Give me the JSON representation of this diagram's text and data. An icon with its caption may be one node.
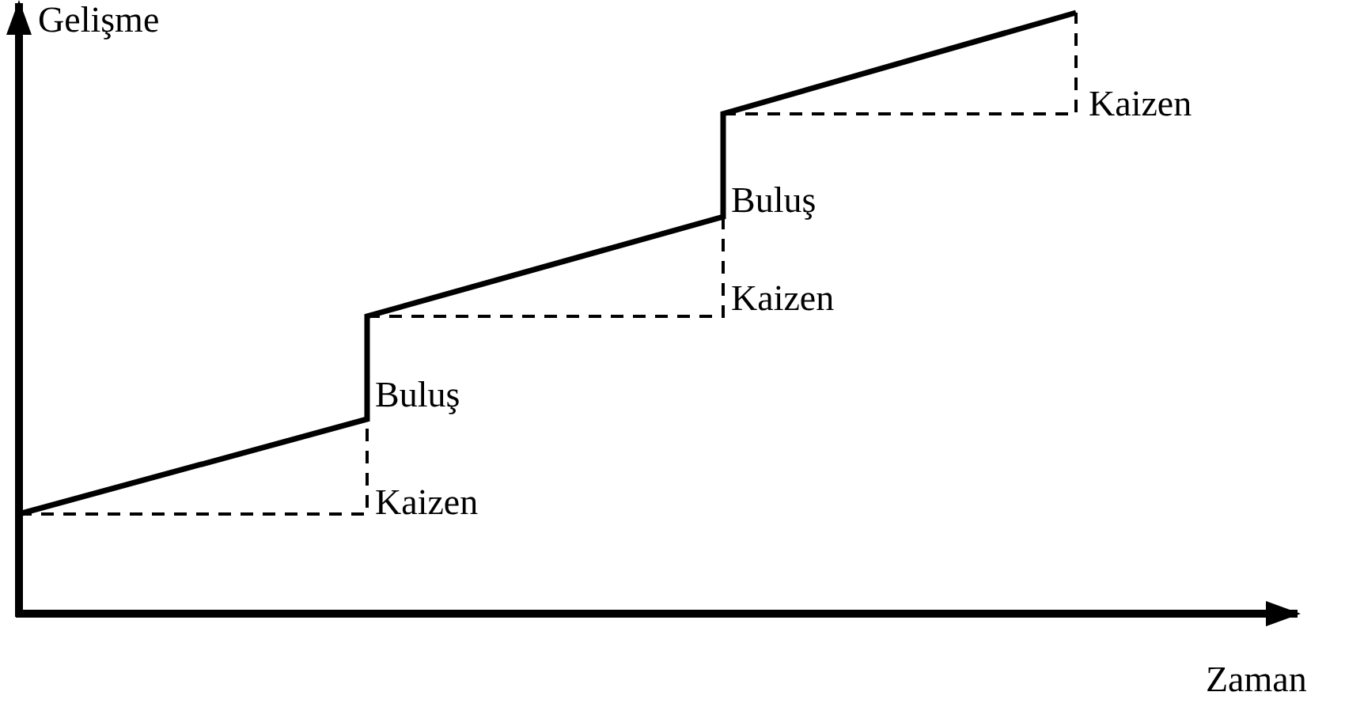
{
  "diagram": {
    "labels": [
      "Gelişme",
      "Kaizen",
      "Buluş",
      "Kaizen",
      "Buluş",
      "Kaizen",
      "Zaman"
    ]
  }
}
